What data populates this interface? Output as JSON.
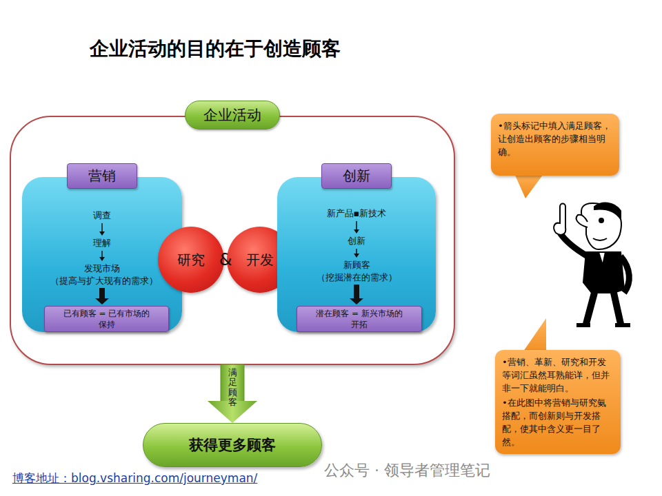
{
  "diagram": {
    "title": "企业活动的目的在于创造顾客",
    "nodes": [
      {
        "text": [
          "企业活动"
        ]
      },
      {
        "text": [
          "营销"
        ],
        "in": 0
      },
      {
        "text": [
          "调查"
        ],
        "in": 1
      },
      {
        "text": [
          "理解"
        ],
        "in": 1
      },
      {
        "text": [
          "发现市场 （提高与扩大现有的需求）"
        ],
        "in": 1
      },
      {
        "text": [
          "已有顾客 = 已有市场的 保持"
        ],
        "in": 1
      },
      {
        "text": [
          "研究"
        ],
        "in": 0
      },
      {
        "text": [
          "开发"
        ],
        "in": 0
      },
      {
        "text": [
          "创新"
        ],
        "in": 0
      },
      {
        "text": [
          "新产品▪新技术"
        ],
        "in": 8
      },
      {
        "text": [
          "创新"
        ],
        "in": 8
      },
      {
        "text": [
          "新顾客 （挖掘潜在的需求）"
        ],
        "in": 8
      },
      {
        "text": [
          "潜在顾客 = 新兴市场的 开拓"
        ],
        "in": 8
      },
      {
        "text": [
          "获得更多顾客"
        ]
      },
      {
        "text": [
          "•箭头标记中填入满足顾客，让创造出顾客的步骤相当明确。"
        ]
      },
      {
        "text": [
          "•营销、革新、研究和开发等词汇虽然耳熟能详，但并非一下就能明白。",
          "•在此图中将营销与研究氨搭配，而创新则与开发搭配，使其中含义更一目了然。"
        ]
      }
    ],
    "edges": [
      {
        "from": 2,
        "to": 3,
        "arrow": "to"
      },
      {
        "from": 3,
        "to": 4,
        "arrow": "to"
      },
      {
        "from": 4,
        "to": 5,
        "arrow": "to"
      },
      {
        "from": 9,
        "to": 10,
        "arrow": "to"
      },
      {
        "from": 10,
        "to": 11,
        "arrow": "to"
      },
      {
        "from": 11,
        "to": 12,
        "arrow": "to"
      },
      {
        "from": 0,
        "to": 13,
        "label": "满足顾客",
        "arrow": "to"
      }
    ],
    "labels": [
      "&",
      "博客地址：blog.vsharing.com/journeyman/",
      "公众号 · 领导者管理笔记"
    ]
  }
}
